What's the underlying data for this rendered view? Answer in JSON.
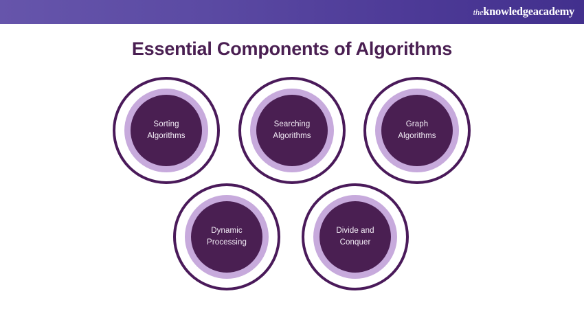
{
  "header": {
    "brand_prefix": "the",
    "brand_name": "knowledgeacademy",
    "gradient_from": "#6655ab",
    "gradient_to": "#42308d"
  },
  "title": "Essential Components of Algorithms",
  "colors": {
    "title": "#4a1f52",
    "outer_ring": "#4a1a5a",
    "inner_ring": "#c7aadc",
    "core_fill": "#4a1f52",
    "label_text": "#f4eef7",
    "background": "#ffffff"
  },
  "diagram": {
    "nodes": [
      {
        "id": "sorting-algorithms",
        "label": "Sorting\nAlgorithms"
      },
      {
        "id": "searching-algorithms",
        "label": "Searching\nAlgorithms"
      },
      {
        "id": "graph-algorithms",
        "label": "Graph\nAlgorithms"
      },
      {
        "id": "dynamic-processing",
        "label": "Dynamic\nProcessing"
      },
      {
        "id": "divide-and-conquer",
        "label": "Divide and\nConquer"
      }
    ]
  }
}
